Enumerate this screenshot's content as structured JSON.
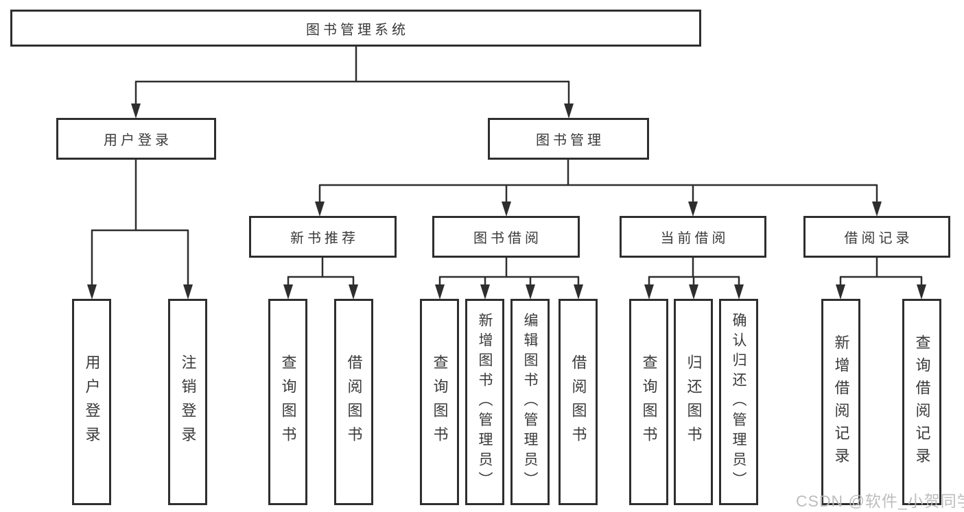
{
  "diagram": {
    "root": {
      "label": "图书管理系统",
      "children": [
        {
          "label": "用户登录",
          "children": [
            {
              "label": "用户登录"
            },
            {
              "label": "注销登录"
            }
          ]
        },
        {
          "label": "图书管理",
          "children": [
            {
              "label": "新书推荐",
              "children": [
                {
                  "label": "查询图书"
                },
                {
                  "label": "借阅图书"
                }
              ]
            },
            {
              "label": "图书借阅",
              "children": [
                {
                  "label": "查询图书"
                },
                {
                  "label": "新增图书（管理员）"
                },
                {
                  "label": "编辑图书（管理员）"
                },
                {
                  "label": "借阅图书"
                }
              ]
            },
            {
              "label": "当前借阅",
              "children": [
                {
                  "label": "查询图书"
                },
                {
                  "label": "归还图书"
                },
                {
                  "label": "确认归还（管理员）"
                }
              ]
            },
            {
              "label": "借阅记录",
              "children": [
                {
                  "label": "新增借阅记录"
                },
                {
                  "label": "查询借阅记录"
                }
              ]
            }
          ]
        }
      ]
    }
  },
  "watermark": {
    "text": "CSDN @软件_小贺同学"
  },
  "colors": {
    "line": "#2e2e2e",
    "border": "#2e2e2e",
    "text": "#3a3a3a",
    "background": "#ffffff",
    "watermark": "#b9b9b9"
  }
}
